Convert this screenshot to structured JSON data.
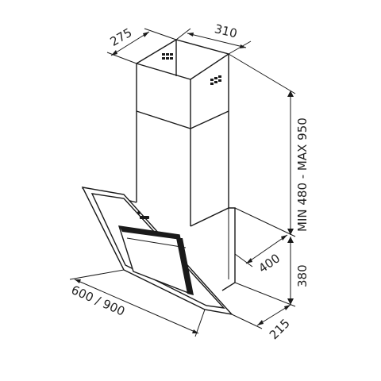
{
  "diagram": {
    "subject": "angled glass chimney cooker hood dimension drawing",
    "dimensions": {
      "chimney_depth": "275",
      "chimney_width": "310",
      "chimney_height": "MIN 480 - MAX 950",
      "body_depth_top": "400",
      "glass_height": "380",
      "width": "600 / 900",
      "body_depth_bottom": "215"
    },
    "colors": {
      "line": "#1a1a1a",
      "background": "#ffffff"
    }
  }
}
